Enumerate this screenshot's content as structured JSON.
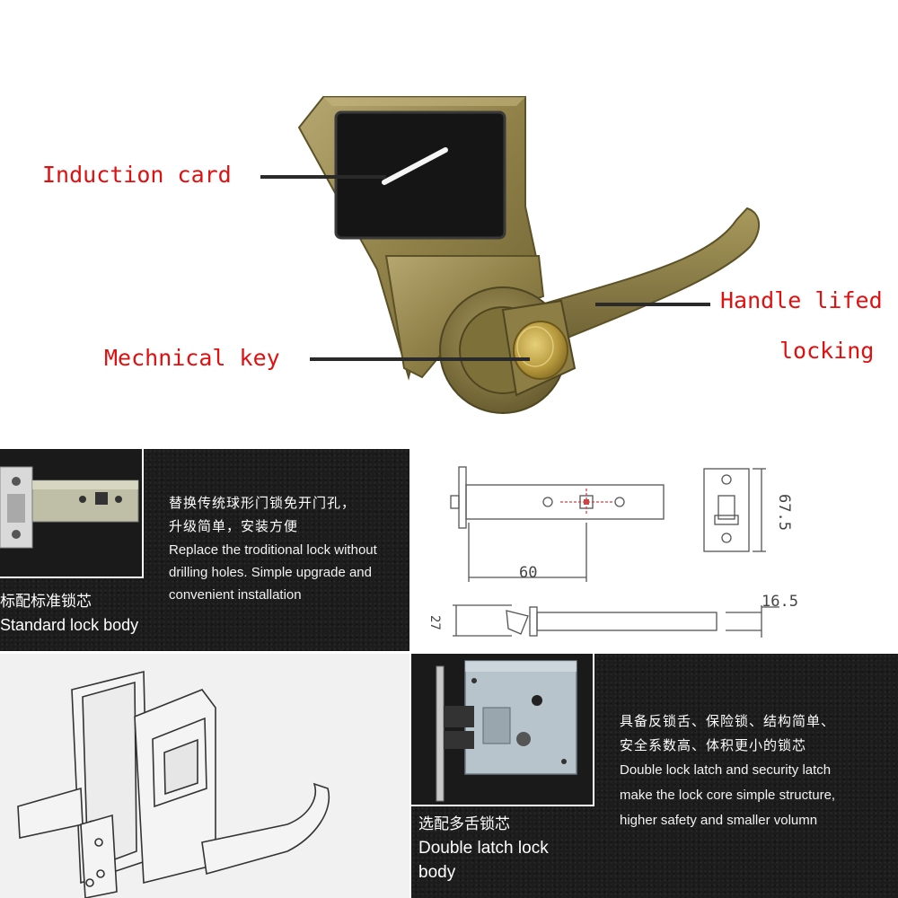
{
  "callouts": {
    "induction_card": "Induction card",
    "handle_line1": "Handle lifed",
    "handle_line2": "locking",
    "mechanical_key": "Mechnical key"
  },
  "panel_standard_body": {
    "caption_cn": "标配标准锁芯",
    "caption_en": "Standard lock body",
    "desc_cn_line1": "替换传统球形门锁免开门孔，",
    "desc_cn_line2": "升级简单，安装方便",
    "desc_en_line1": "Replace the troditional lock without",
    "desc_en_line2": "drilling holes. Simple upgrade and",
    "desc_en_line3": "convenient installation"
  },
  "dimension_drawing": {
    "dim_60": "60",
    "dim_67_5": "67.5",
    "dim_16_5": "16.5",
    "dim_27": "27"
  },
  "panel_double_latch": {
    "caption_cn": "选配多舌锁芯",
    "caption_en_line1": "Double latch lock",
    "caption_en_line2": "body",
    "desc_cn_line1": "具备反锁舌、保险锁、结构简单、",
    "desc_cn_line2": "安全系数高、体积更小的锁芯",
    "desc_en_line1": "Double lock latch and security latch",
    "desc_en_line2": "make the lock core simple structure,",
    "desc_en_line3": "higher safety and smaller volumn"
  },
  "colors": {
    "callout_red": "#e01010",
    "bronze": "#9a8a4a",
    "panel_dark": "#1c1c1c"
  }
}
